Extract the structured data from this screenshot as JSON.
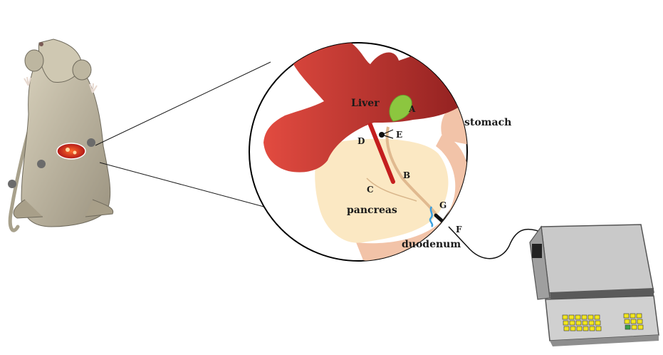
{
  "labels": {
    "liver": "Liver",
    "stomach": "stomach",
    "pancreas": "pancreas",
    "duodenum": "duodenum"
  },
  "markers": {
    "A": "A",
    "B": "B",
    "C": "C",
    "D": "D",
    "E": "E",
    "F": "F",
    "G": "G"
  },
  "colors": {
    "liver": "#b8302c",
    "gallbladder": "#8cc63f",
    "stomach": "#f2c3a8",
    "pancreas": "#fbe8c3",
    "duodenum": "#f2c3a8",
    "clamp_vessel": "#c41e1e",
    "suture": "#3aa0e0",
    "device_body": "#c7c7c7",
    "keypad": "#f2e61e"
  }
}
